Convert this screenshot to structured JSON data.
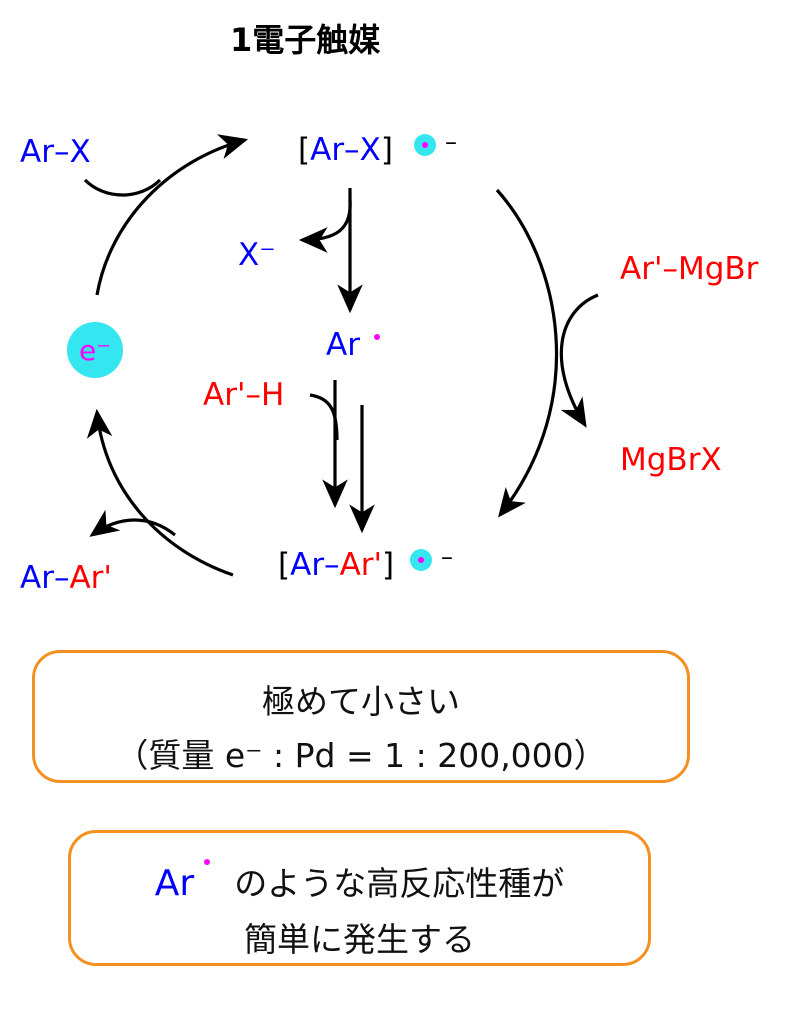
{
  "title": "1電子触媒",
  "species": {
    "ar_x": "Ar–X",
    "ar_x_radical_anion": {
      "open": "[",
      "ar": "Ar–X",
      "close": "]",
      "charge": "–"
    },
    "x_minus": "X⁻",
    "ar_radical": "Ar",
    "ar_prime_h": "Ar'–H",
    "ar_ar_radical_anion": {
      "open": "[",
      "ar": "Ar–",
      "ar_prime": "Ar'",
      "close": "]",
      "charge": "–"
    },
    "ar_ar_product": {
      "ar": "Ar–",
      "ar_prime": "Ar'"
    },
    "electron": "e⁻",
    "grignard": "Ar'–MgBr",
    "mgbrx": "MgBrX"
  },
  "notes": {
    "box1": {
      "line1": "極めて小さい",
      "line2": "（質量 e⁻ : Pd = 1 : 200,000）"
    },
    "box2": {
      "ar": "Ar",
      "line1_rest": "のような高反応性種が",
      "line2": "簡単に発生する"
    }
  },
  "colors": {
    "blue": "#0000ff",
    "red": "#ff0000",
    "cyan": "#33e6f0",
    "magenta": "#ff00ff",
    "orange": "#f39020"
  }
}
